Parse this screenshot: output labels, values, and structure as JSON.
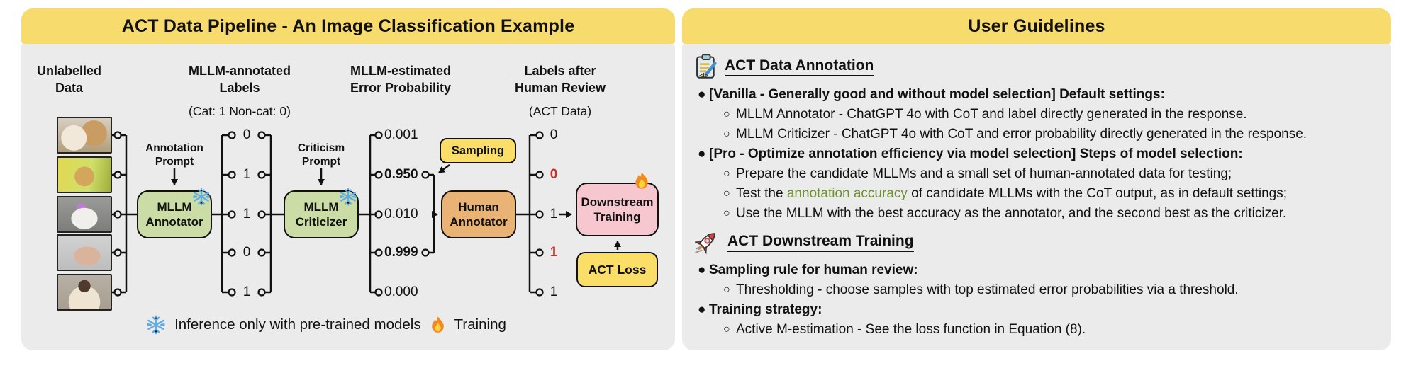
{
  "left": {
    "title": "ACT Data Pipeline - An Image Classification Example",
    "columns": {
      "c1": {
        "line1": "Unlabelled",
        "line2": "Data"
      },
      "c2": {
        "line1": "MLLM-annotated",
        "line2": "Labels",
        "subtitle": "(Cat: 1 Non-cat: 0)"
      },
      "c3": {
        "line1": "MLLM-estimated",
        "line2": "Error Probability"
      },
      "c4": {
        "line1": "Labels after",
        "line2": "Human Review",
        "subtitle": "(ACT Data)"
      }
    },
    "images": [
      "guinea pigs photo",
      "cheetah cub photo",
      "cat with sunglasses photo",
      "sphynx cat photo",
      "ragdoll cat photo"
    ],
    "annotation_prompt": {
      "line1": "Annotation",
      "line2": "Prompt"
    },
    "criticism_prompt": {
      "line1": "Criticism",
      "line2": "Prompt"
    },
    "annotator": {
      "line1": "MLLM",
      "line2": "Annotator"
    },
    "criticizer": {
      "line1": "MLLM",
      "line2": "Criticizer"
    },
    "human": {
      "line1": "Human",
      "line2": "Annotator"
    },
    "sampling": "Sampling",
    "downstream": {
      "line1": "Downstream",
      "line2": "Training"
    },
    "act_loss": "ACT Loss",
    "mllm_labels": [
      "0",
      "1",
      "1",
      "0",
      "1"
    ],
    "error_probs": [
      "0.001",
      "0.950",
      "0.010",
      "0.999",
      "0.000"
    ],
    "review_labels": [
      "0",
      "0",
      "1",
      "1",
      "1"
    ],
    "legend": {
      "inference": "Inference only with pre-trained models",
      "training": "Training"
    }
  },
  "right": {
    "title": "User Guidelines",
    "section1": {
      "heading": "ACT Data Annotation",
      "b1": "[Vanilla - Generally good and without model selection] Default settings:",
      "b1_1": "MLLM Annotator - ChatGPT 4o with CoT and label directly generated in the response.",
      "b1_2": "MLLM Criticizer - ChatGPT 4o with CoT and error probability directly generated in the response.",
      "b2": "[Pro - Optimize annotation efficiency via model selection] Steps of model selection:",
      "b2_1": "Prepare the candidate MLLMs and a small set of human-annotated data for testing;",
      "b2_2_pre": "Test the ",
      "b2_2_hl": "annotation accuracy",
      "b2_2_post": " of candidate MLLMs with the CoT output, as in default settings;",
      "b2_3": "Use the MLLM with the best accuracy as the annotator, and the second best as the criticizer."
    },
    "section2": {
      "heading": "ACT Downstream Training",
      "b1": "Sampling rule for human review:",
      "b1_1": "Thresholding - choose samples with top estimated error probabilities via a threshold.",
      "b2": "Training strategy:",
      "b2_1": "Active M-estimation - See the loss function in Equation (8)."
    }
  },
  "colors": {
    "header_yellow": "#F8DB6D",
    "panel_gray": "#EBEBEB",
    "box_green": "#CBDCA6",
    "box_orange": "#EAB376",
    "box_pink": "#F6C7CF",
    "box_yellow": "#FADE67",
    "red_label": "#C0352B",
    "accuracy_highlight": "#6F8F2F",
    "snowflake_blue": "#5FACE6"
  }
}
